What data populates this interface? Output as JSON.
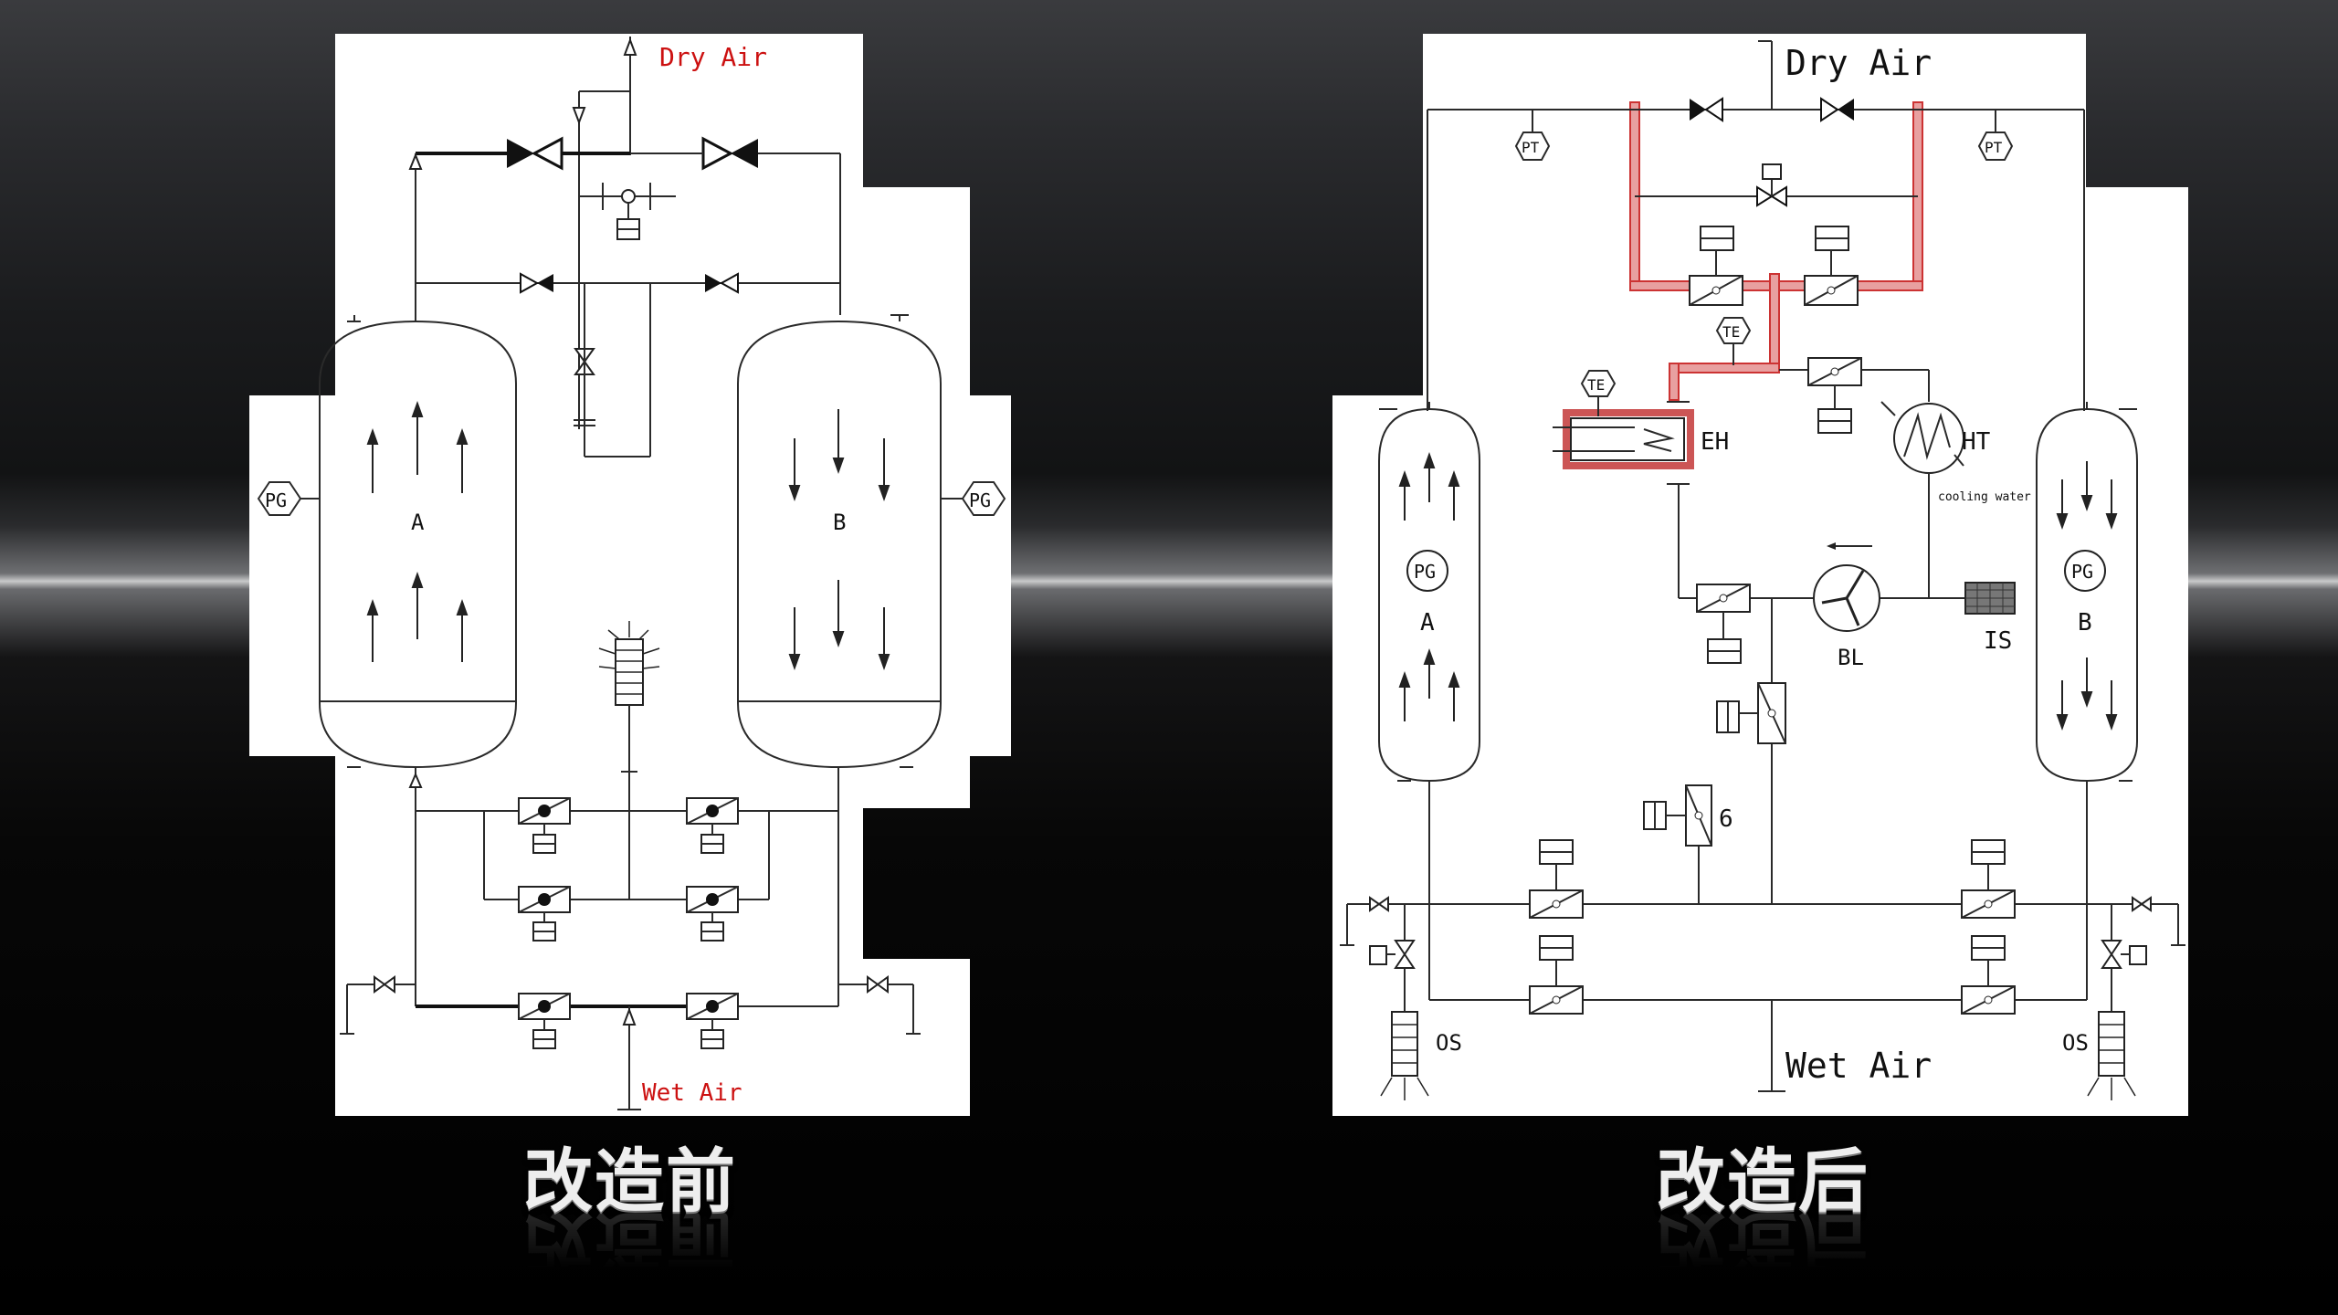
{
  "before": {
    "caption": "改造前",
    "labels": {
      "dry_air": "Dry Air",
      "wet_air": "Wet Air",
      "tower_a": "A",
      "tower_b": "B",
      "pg": "PG"
    }
  },
  "after": {
    "caption": "改造后",
    "labels": {
      "dry_air": "Dry Air",
      "wet_air": "Wet Air",
      "tower_a": "A",
      "tower_b": "B",
      "pg": "PG",
      "pt": "PT",
      "te": "TE",
      "eh": "EH",
      "ht": "HT",
      "cooling_water": "cooling water",
      "bl": "BL",
      "is": "IS",
      "os": "OS",
      "six": "6"
    }
  },
  "colors": {
    "red_label": "#cc1111",
    "heated_pipe": "#d06060"
  }
}
